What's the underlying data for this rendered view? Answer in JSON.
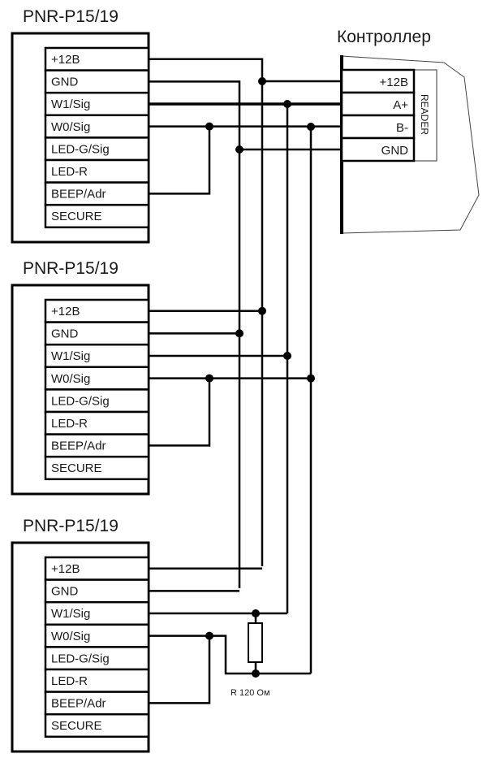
{
  "readers": [
    {
      "title": "PNR-P15/19",
      "pins": [
        "+12В",
        "GND",
        "W1/Sig",
        "W0/Sig",
        "LED-G/Sig",
        "LED-R",
        "BEEP/Adr",
        "SECURE"
      ]
    },
    {
      "title": "PNR-P15/19",
      "pins": [
        "+12В",
        "GND",
        "W1/Sig",
        "W0/Sig",
        "LED-G/Sig",
        "LED-R",
        "BEEP/Adr",
        "SECURE"
      ]
    },
    {
      "title": "PNR-P15/19",
      "pins": [
        "+12В",
        "GND",
        "W1/Sig",
        "W0/Sig",
        "LED-G/Sig",
        "LED-R",
        "BEEP/Adr",
        "SECURE"
      ]
    }
  ],
  "controller": {
    "title": "Контроллер",
    "port_label": "READER",
    "pins": [
      "+12В",
      "A+",
      "B-",
      "GND"
    ]
  },
  "resistor": {
    "label": "R 120 Ом",
    "resistance_ohm": 120
  },
  "connections": [
    {
      "from": "reader.+12В",
      "to": "controller.+12В"
    },
    {
      "from": "reader.GND",
      "to": "controller.GND"
    },
    {
      "from": "reader.W1/Sig",
      "to": "controller.A+"
    },
    {
      "from": "reader.W0/Sig",
      "to": "controller.B-"
    },
    {
      "from": "reader.W0/Sig",
      "to": "reader.BEEP/Adr",
      "note": "jumper"
    },
    {
      "from": "reader3.W1/Sig",
      "to": "reader3.W0/Sig",
      "via": "resistor"
    }
  ]
}
